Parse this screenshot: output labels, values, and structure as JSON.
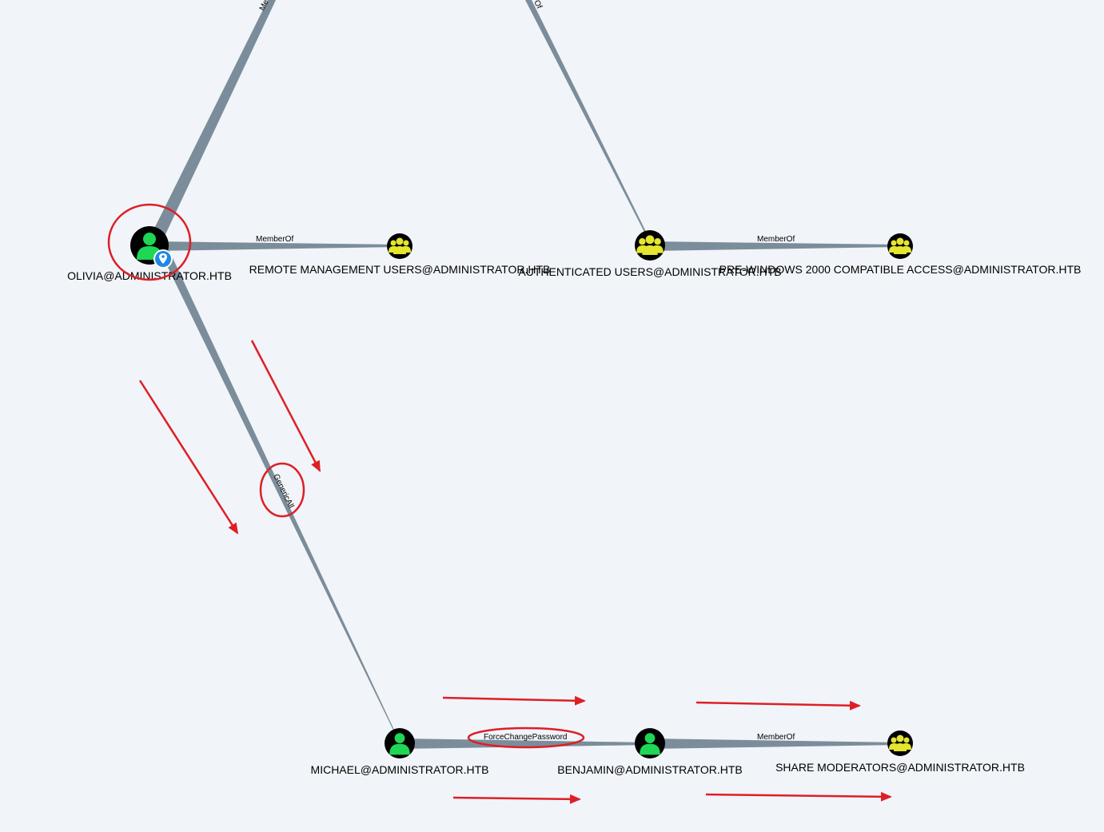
{
  "graph": {
    "nodes": [
      {
        "key": "olivia",
        "label": "OLIVIA@ADMINISTRATOR.HTB",
        "kind": "user",
        "owned": true,
        "icon": "user-icon"
      },
      {
        "key": "remote_mgmt",
        "label": "REMOTE MANAGEMENT USERS@ADMINISTRATOR.HTB",
        "kind": "group",
        "icon": "group-icon"
      },
      {
        "key": "auth_users",
        "label": "AUTHENTICATED USERS@ADMINISTRATOR.HTB",
        "kind": "group",
        "icon": "group-icon"
      },
      {
        "key": "pre_win2000",
        "label": "PRE-WINDOWS 2000 COMPATIBLE ACCESS@ADMINISTRATOR.HTB",
        "kind": "group",
        "icon": "group-icon"
      },
      {
        "key": "michael",
        "label": "MICHAEL@ADMINISTRATOR.HTB",
        "kind": "user",
        "icon": "user-icon"
      },
      {
        "key": "benjamin",
        "label": "BENJAMIN@ADMINISTRATOR.HTB",
        "kind": "user",
        "icon": "user-icon"
      },
      {
        "key": "share_mods",
        "label": "SHARE MODERATORS@ADMINISTRATOR.HTB",
        "kind": "group",
        "icon": "group-icon"
      }
    ],
    "edges": [
      {
        "from": "olivia",
        "to": "remote_mgmt",
        "label": "MemberOf"
      },
      {
        "from": "auth_users",
        "to": "pre_win2000",
        "label": "MemberOf"
      },
      {
        "from": "olivia",
        "to": "michael",
        "label": "GenericAll",
        "highlighted": true
      },
      {
        "from": "michael",
        "to": "benjamin",
        "label": "ForceChangePassword",
        "highlighted": true
      },
      {
        "from": "benjamin",
        "to": "share_mods",
        "label": "MemberOf"
      }
    ],
    "partial_edge_labels": {
      "top_left": "Me",
      "top_right": "Of"
    }
  },
  "colors": {
    "background": "#f1f4f9",
    "edge": "#7b8d9a",
    "node_fill": "#000000",
    "user_icon": "#1fd655",
    "group_icon": "#e4e52f",
    "annotation": "#dd1f26",
    "owned_badge": "#1e88e5"
  }
}
